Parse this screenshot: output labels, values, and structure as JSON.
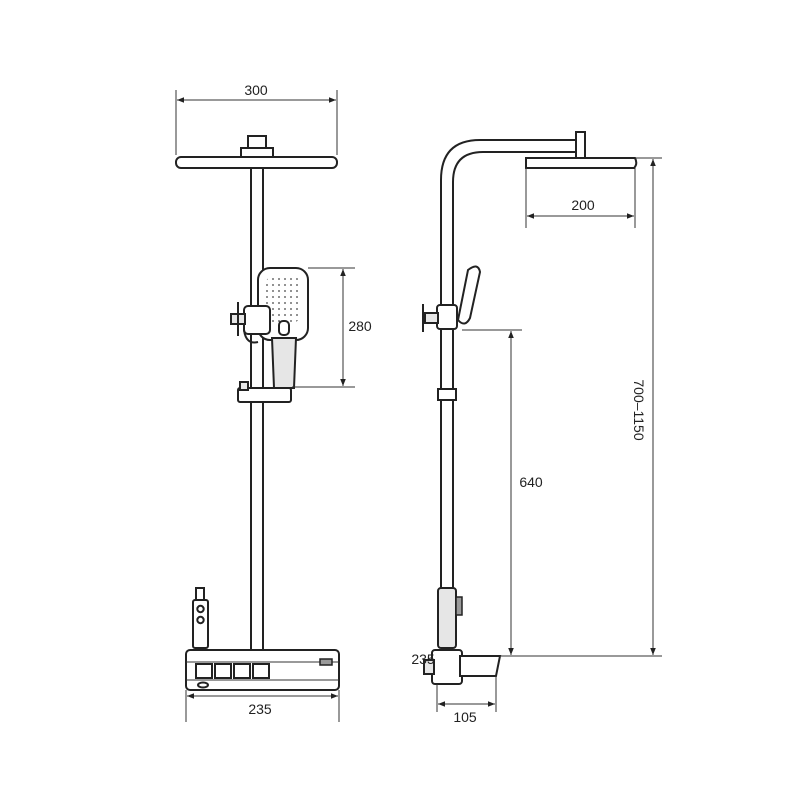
{
  "dimensions": {
    "front_head_width": "300",
    "handshower_height": "280",
    "base_width": "235",
    "side_head_width": "200",
    "total_height": "700–1150",
    "slide_height": "640",
    "side_small_label": "235",
    "side_base_depth": "105"
  },
  "colors": {
    "stroke": "#222222",
    "dim_line": "#333333"
  }
}
